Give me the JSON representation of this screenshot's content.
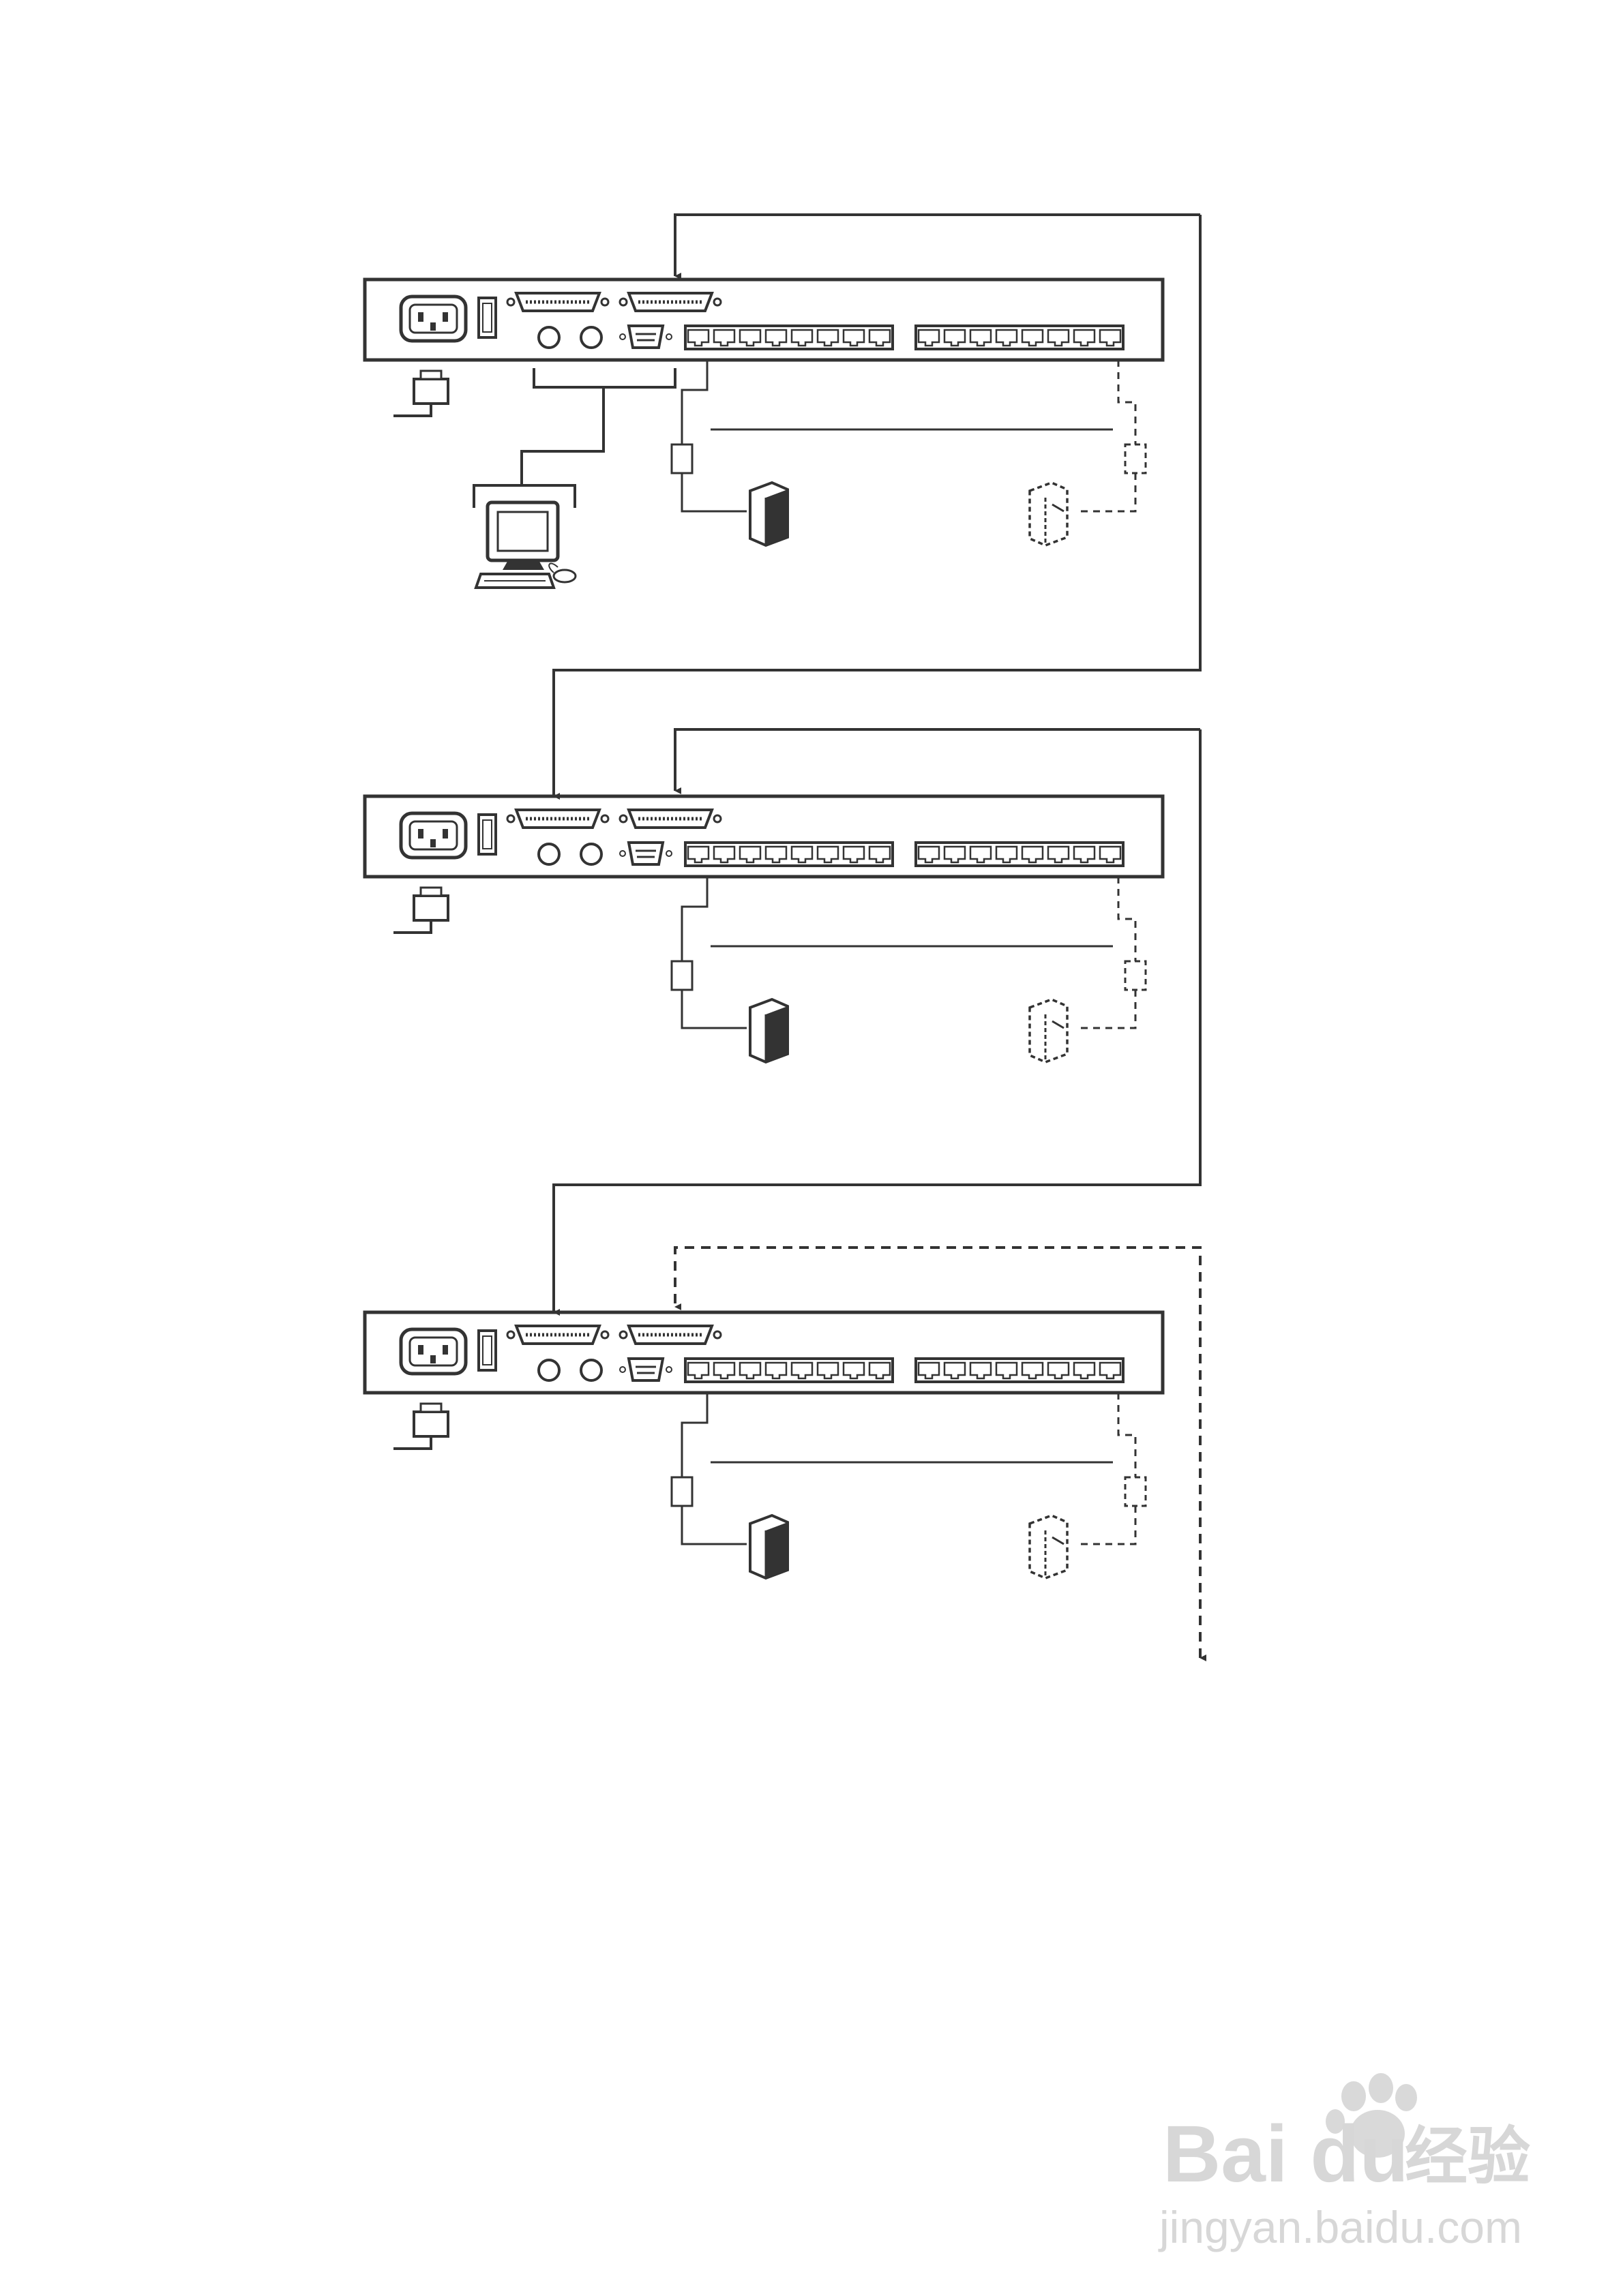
{
  "diagram": {
    "kind": "kvm-switch-daisy-chain",
    "units": [
      {
        "id": "unit-1",
        "has_console": true,
        "chain_out": "solid"
      },
      {
        "id": "unit-2",
        "has_console": false,
        "chain_out": "solid"
      },
      {
        "id": "unit-3",
        "has_console": false,
        "chain_out": "dashed"
      }
    ],
    "ports_per_bank": 8,
    "colors": {
      "line": "#333333",
      "background": "#ffffff",
      "watermark": "#d7d7d7"
    }
  },
  "watermark": {
    "brand": "Bai du",
    "brand_suffix": "经验",
    "url": "jingyan.baidu.com"
  }
}
